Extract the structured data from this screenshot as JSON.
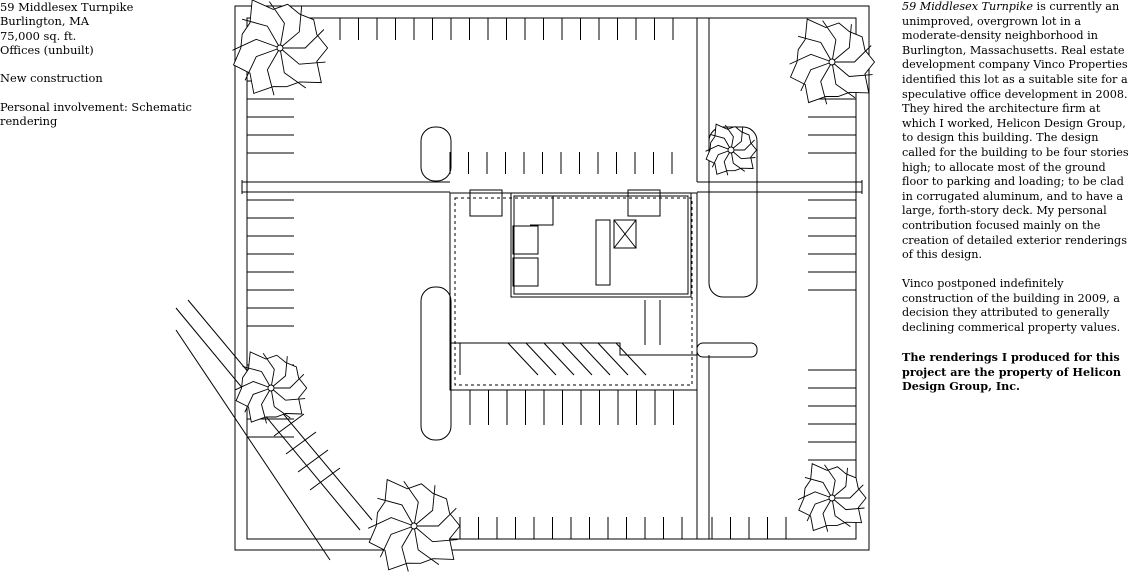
{
  "project": {
    "address": "59 Middlesex Turnpike",
    "city": "Burlington, MA",
    "area": "75,000 sq. ft.",
    "type": "Offices (unbuilt)",
    "status": "New construction",
    "involvement_line1": "Personal involvement: Schematic",
    "involvement_line2": "rendering"
  },
  "description": {
    "title_italic": "59 Middlesex Turnpike",
    "p1_rest": " is currently an unimproved, overgrown lot in a moderate-density neighborhood in Burlington, Massachusetts. Real estate development company Vinco Properties identified this lot as a suitable site for a speculative office development in 2008. They hired the architecture firm at which I worked, Helicon Design Group, to design this building. The design called for the building to be four stories high; to allocate most of the ground floor to parking and loading; to be clad in corrugated aluminum, and to have a large, forth-story deck. My personal contribution focused mainly on the creation of detailed exterior renderings of this design.",
    "p2": "Vinco postponed indefinitely construction of the building in 2009, a decision they attributed to generally declining commerical property values.",
    "p3_bold": "The renderings I produced for this project are the property of Helicon Design Group, Inc."
  }
}
